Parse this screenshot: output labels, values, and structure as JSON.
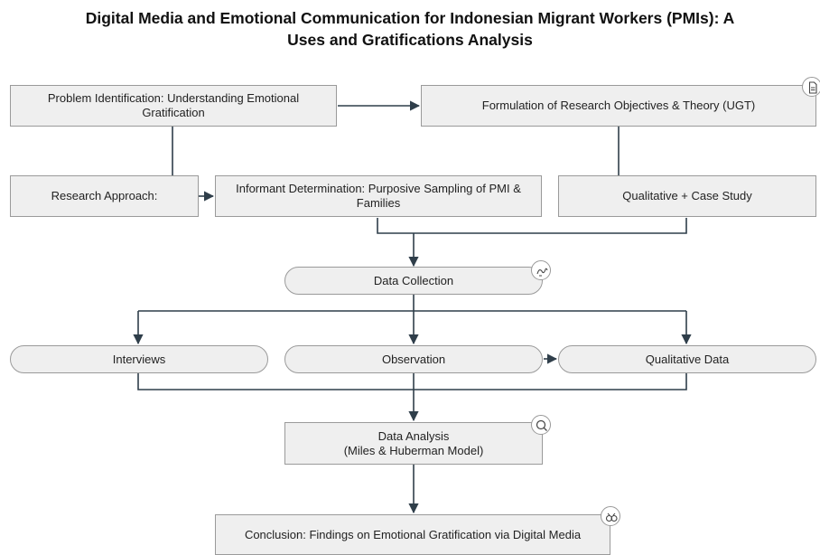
{
  "title": {
    "line1": "Digital Media and Emotional Communication for Indonesian Migrant Workers (PMIs): A",
    "line2": "Uses and Gratifications Analysis"
  },
  "nodes": {
    "problem": "Problem Identification: Understanding Emotional Gratification",
    "objectives": "Formulation of Research Objectives & Theory (UGT)",
    "approach": "Research Approach:",
    "informant": "Informant Determination: Purposive Sampling of PMI & Families",
    "qualitative_case": "Qualitative + Case Study",
    "collection": "Data Collection",
    "interviews": "Interviews",
    "observation": "Observation",
    "qualitative_data": "Qualitative Data",
    "analysis_line1": "Data Analysis",
    "analysis_line2": "(Miles & Huberman Model)",
    "conclusion": "Conclusion: Findings on Emotional Gratification via Digital Media"
  },
  "icons": {
    "objectives": "document-icon",
    "collection": "gesture-icon",
    "analysis": "magnifier-icon",
    "conclusion": "insight-icon"
  },
  "colors": {
    "node_fill": "#efefef",
    "node_border": "#9a9a9a",
    "connector": "#2f3e4a"
  }
}
